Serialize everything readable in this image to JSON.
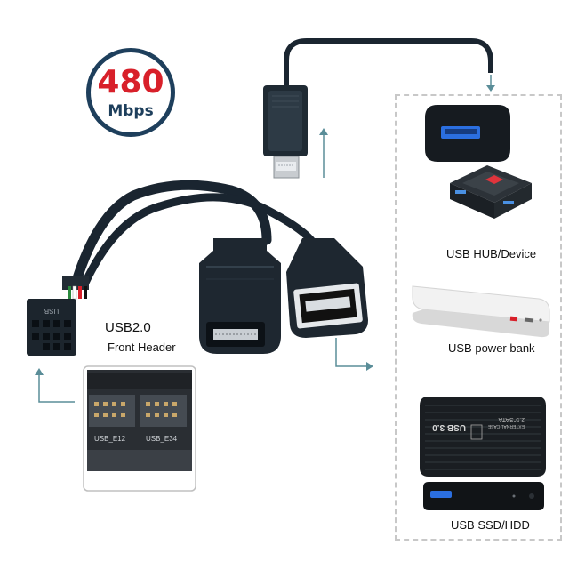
{
  "badge": {
    "value": "480",
    "unit": "Mbps"
  },
  "header_label": {
    "title": "USB2.0",
    "subtitle": "Front Header"
  },
  "connector_text": "USB",
  "board_labels": {
    "left": "USB_E12",
    "right": "USB_E34"
  },
  "drive_labels": {
    "brand": "USB 3.0",
    "model": "2.5\"SATA",
    "type": "EXTERNAL CASE"
  },
  "devices": [
    {
      "label": "USB HUB/Device"
    },
    {
      "label": "USB power bank"
    },
    {
      "label": "USB SSD/HDD"
    }
  ],
  "colors": {
    "cable": "#1a2530",
    "accent_red": "#d8202a",
    "badge_border": "#1e3f5c",
    "arrow": "#5a8d98"
  }
}
